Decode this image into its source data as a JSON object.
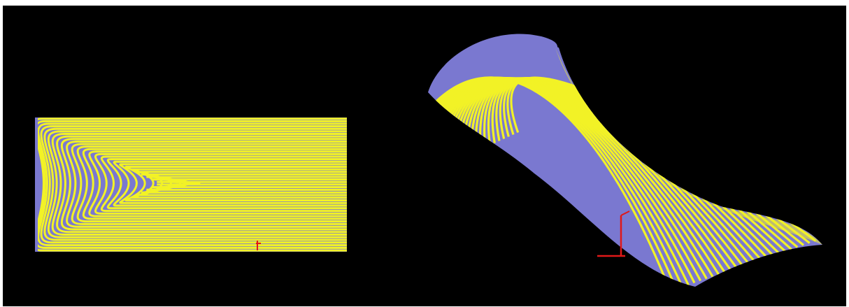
{
  "scene": {
    "background": "#000000",
    "frame": "#ffffff",
    "surface_color": "#7a78d0",
    "contour_color": "#f2f226",
    "axis_color": "#e01818"
  },
  "views": [
    {
      "id": "top-view",
      "type": "flat-projection",
      "contour_count": 26
    },
    {
      "id": "perspective-view",
      "type": "curved-surface",
      "contour_count": 30
    }
  ]
}
